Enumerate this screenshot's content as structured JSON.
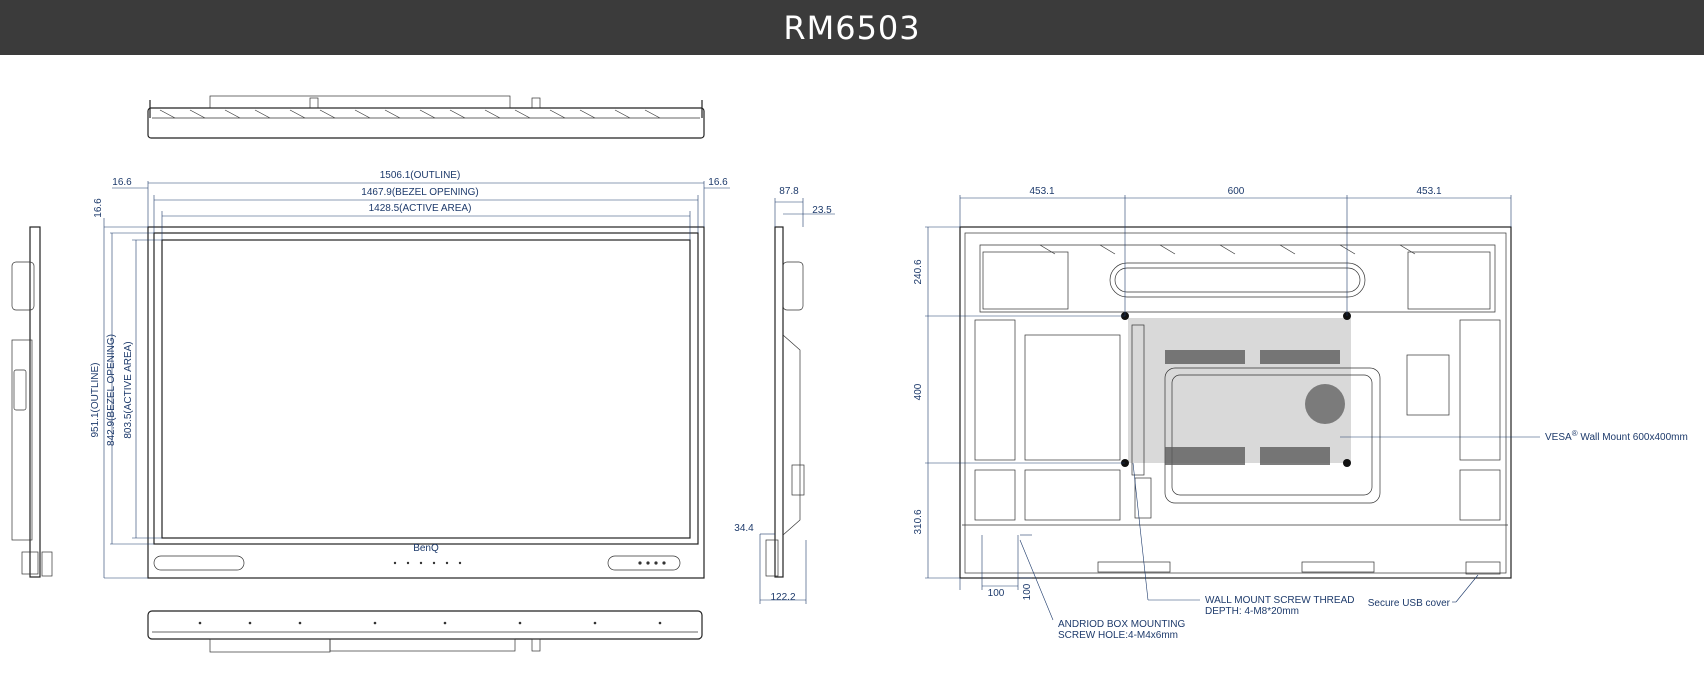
{
  "title": "RM6503",
  "front": {
    "outline_w": "1506.1(OUTLINE)",
    "bezel_w": "1467.9(BEZEL OPENING)",
    "active_w": "1428.5(ACTIVE AREA)",
    "outline_h": "951.1(OUTLINE)",
    "bezel_h": "842.9(BEZEL OPENING)",
    "active_h": "803.5(ACTIVE AREA)",
    "side_left": "16.6",
    "side_right": "16.6",
    "top_gap": "16.6",
    "brand": "BenQ"
  },
  "side": {
    "depth_top": "87.8",
    "depth_inner": "23.5",
    "depth_bottom": "34.4",
    "depth_base": "122.2"
  },
  "rear": {
    "w_left": "453.1",
    "w_mid": "600",
    "w_right": "453.1",
    "h_top": "240.6",
    "h_mid": "400",
    "h_bottom": "310.6",
    "box_w": "100",
    "box_h": "100",
    "vesa_label": "VESA",
    "vesa_reg": "®",
    "vesa_rest": " Wall Mount 600x400mm",
    "screw_line1": "WALL MOUNT SCREW THREAD",
    "screw_line2": "DEPTH: 4-M8*20mm",
    "android_line1": "ANDRIOD BOX MOUNTING",
    "android_line2": "SCREW HOLE:4-M4x6mm",
    "usb_label": "Secure USB cover"
  }
}
